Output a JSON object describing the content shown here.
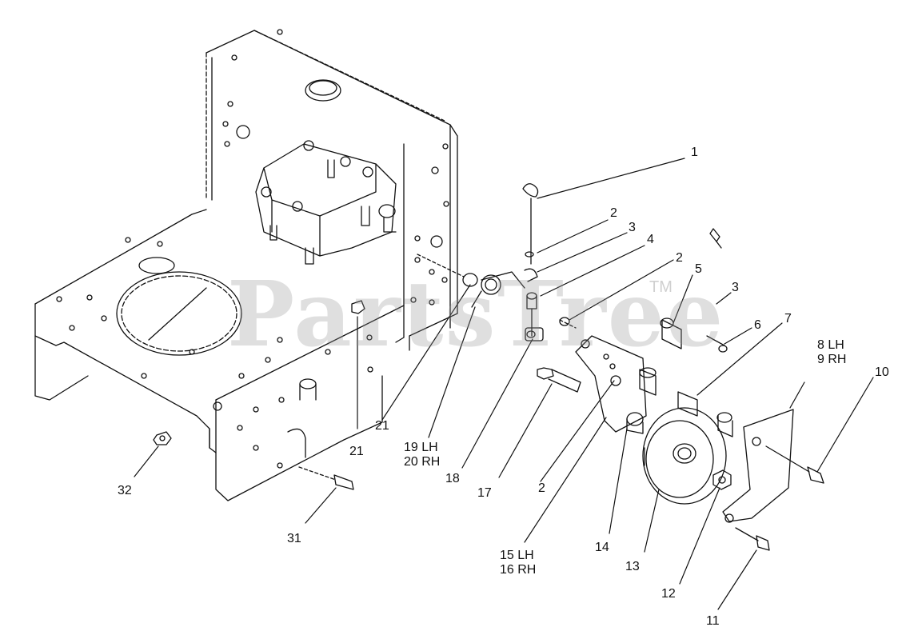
{
  "watermark": {
    "text": "PartsTree",
    "tm": "TM"
  },
  "callouts": [
    {
      "id": "c1",
      "lines": [
        "1"
      ]
    },
    {
      "id": "c2a",
      "lines": [
        "2"
      ]
    },
    {
      "id": "c3a",
      "lines": [
        "3"
      ]
    },
    {
      "id": "c4",
      "lines": [
        "4"
      ]
    },
    {
      "id": "c2b",
      "lines": [
        "2"
      ]
    },
    {
      "id": "c5",
      "lines": [
        "5"
      ]
    },
    {
      "id": "c3b",
      "lines": [
        "3"
      ]
    },
    {
      "id": "c6",
      "lines": [
        "6"
      ]
    },
    {
      "id": "c7",
      "lines": [
        "7"
      ]
    },
    {
      "id": "c8",
      "lines": [
        "8 LH",
        "9 RH"
      ]
    },
    {
      "id": "c10",
      "lines": [
        "10"
      ]
    },
    {
      "id": "c21a",
      "lines": [
        "21"
      ]
    },
    {
      "id": "c21b",
      "lines": [
        "21"
      ]
    },
    {
      "id": "c19",
      "lines": [
        "19 LH",
        "20 RH"
      ]
    },
    {
      "id": "c18",
      "lines": [
        "18"
      ]
    },
    {
      "id": "c17",
      "lines": [
        "17"
      ]
    },
    {
      "id": "c2c",
      "lines": [
        "2"
      ]
    },
    {
      "id": "c15",
      "lines": [
        "15 LH",
        "16 RH"
      ]
    },
    {
      "id": "c14",
      "lines": [
        "14"
      ]
    },
    {
      "id": "c13",
      "lines": [
        "13"
      ]
    },
    {
      "id": "c12",
      "lines": [
        "12"
      ]
    },
    {
      "id": "c11",
      "lines": [
        "11"
      ]
    },
    {
      "id": "c32",
      "lines": [
        "32"
      ]
    },
    {
      "id": "c31",
      "lines": [
        "31"
      ]
    }
  ]
}
